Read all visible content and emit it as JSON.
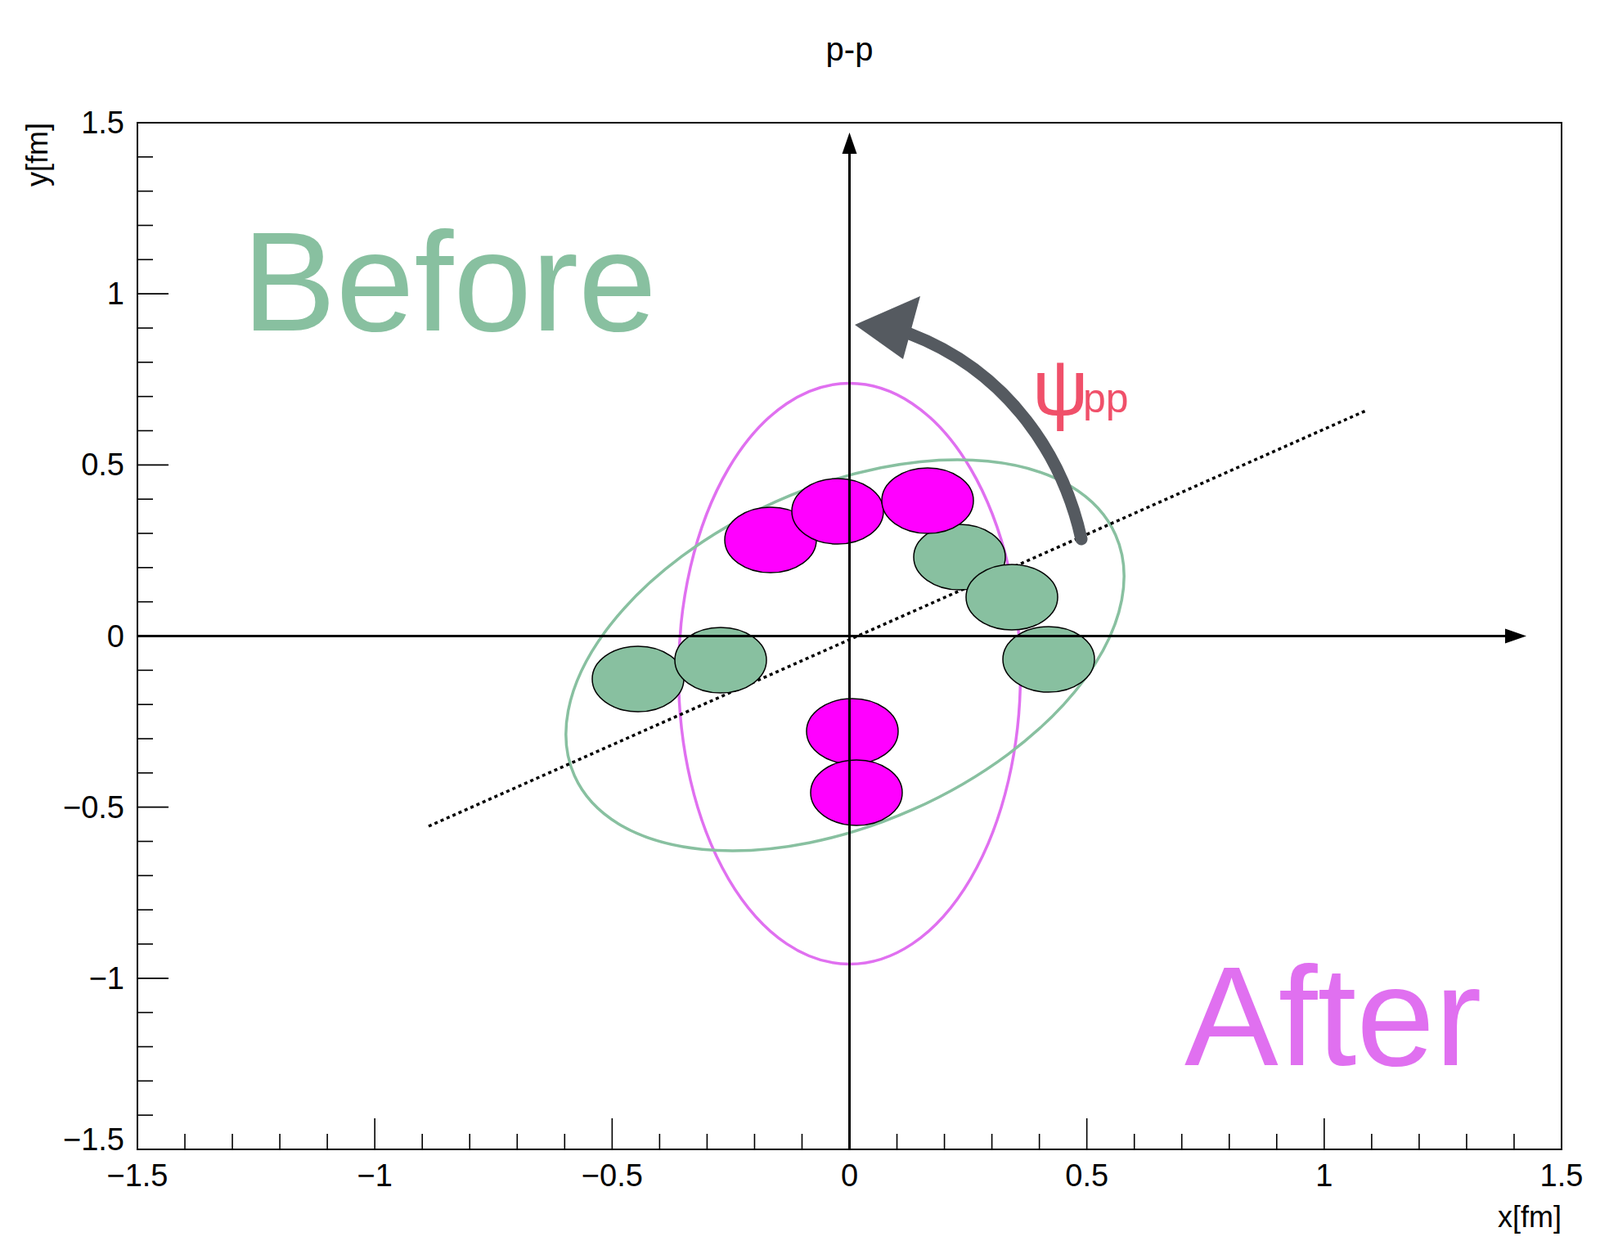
{
  "diagram": {
    "title": "p-p",
    "labels": [
      "1.5",
      "1",
      "0.5",
      "0",
      "−0.5",
      "−1",
      "−1.5",
      "−1.5",
      "−1",
      "−0.5",
      "0",
      "0.5",
      "1",
      "1.5",
      "y[fm]",
      "x[fm]",
      "Before",
      "After",
      "ψ",
      "pp"
    ]
  }
}
